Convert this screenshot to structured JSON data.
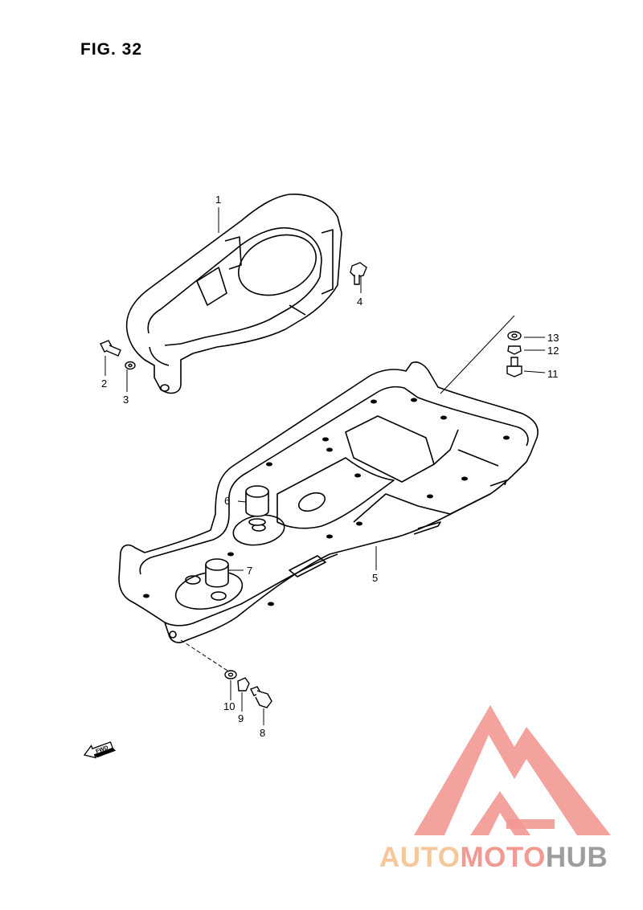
{
  "figure": {
    "title": "FIG. 32"
  },
  "parts": [
    {
      "no": "1"
    },
    {
      "no": "2"
    },
    {
      "no": "3"
    },
    {
      "no": "4"
    },
    {
      "no": "5"
    },
    {
      "no": "6"
    },
    {
      "no": "7"
    },
    {
      "no": "8"
    },
    {
      "no": "9"
    },
    {
      "no": "10"
    },
    {
      "no": "11"
    },
    {
      "no": "12"
    },
    {
      "no": "13"
    }
  ],
  "direction_marker": "FWD",
  "watermark": {
    "part1": "AUTO",
    "part2": "MOTO",
    "part3": "HUB",
    "colors": {
      "a": "#f6c79a",
      "b": "#f29a92",
      "c": "#9d9d9d"
    }
  }
}
